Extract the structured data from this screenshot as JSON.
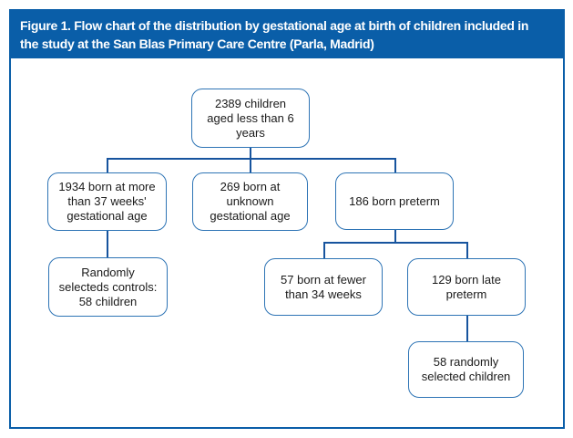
{
  "header": {
    "line1": "Figure 1. Flow chart of the distribution by gestational age at birth of children included in",
    "line2": "the study at the San Blas Primary Care Centre (Parla, Madrid)"
  },
  "diagram": {
    "type": "flowchart",
    "nodes": {
      "total": "2389 children\naged less than 6\nyears",
      "term": "1934 born at more\nthan 37 weeks'\ngestational age",
      "unknown": "269 born at\nunknown\ngestational age",
      "preterm": "186 born preterm",
      "controls": "Randomly\nselecteds controls:\n58 children",
      "under34": "57 born at fewer\nthan 34 weeks",
      "late_preterm": "129 born late\npreterm",
      "selected": "58 randomly\nselected children"
    },
    "edges": [
      "total->term",
      "total->unknown",
      "total->preterm",
      "term->controls",
      "preterm->under34",
      "preterm->late_preterm",
      "late_preterm->selected"
    ]
  },
  "colors": {
    "page_bg": "#ffffff",
    "header_bg": "#0a5ea8",
    "header_text": "#ffffff",
    "frame_border": "#0a5ea8",
    "node_border": "#2e74b5",
    "connector": "#17549e",
    "node_text": "#1a1a1a"
  }
}
